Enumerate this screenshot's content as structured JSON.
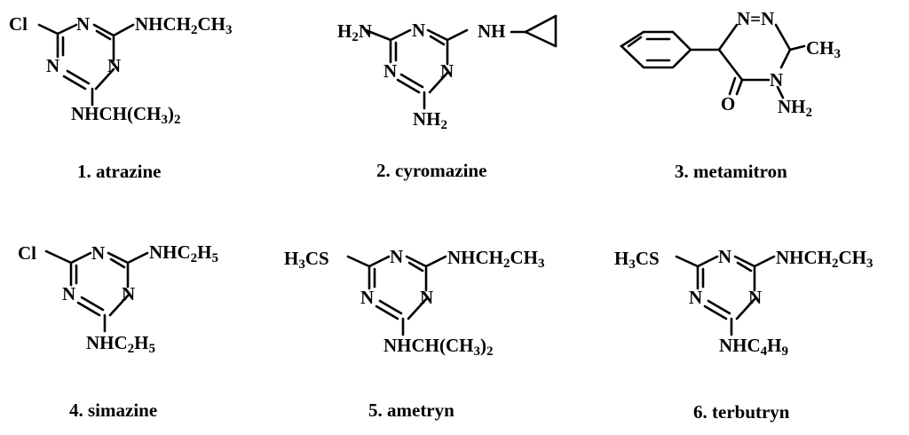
{
  "compounds": [
    {
      "caption": "1. atrazine",
      "atoms": {
        "cl": "Cl",
        "n_top": "N",
        "n_left": "N",
        "n_right": "N",
        "r1": [
          "NHCH",
          "2",
          "CH",
          "3"
        ],
        "r2": [
          "NHCH(CH",
          "3",
          ")",
          "2"
        ]
      }
    },
    {
      "caption": "2. cyromazine",
      "atoms": {
        "h2n": [
          "H",
          "2",
          "N"
        ],
        "n_top": "N",
        "n_left": "N",
        "n_right": "N",
        "nh": "NH",
        "nh2": [
          "NH",
          "2"
        ]
      }
    },
    {
      "caption": "3. metamitron",
      "atoms": {
        "nn": "N=N",
        "ch3": [
          "CH",
          "3"
        ],
        "n": "N",
        "o": "O",
        "nh2": [
          "NH",
          "2"
        ]
      }
    },
    {
      "caption": "4. simazine",
      "atoms": {
        "cl": "Cl",
        "n_top": "N",
        "n_left": "N",
        "n_right": "N",
        "r1": [
          "NHC",
          "2",
          "H",
          "5"
        ],
        "r2": [
          "NHC",
          "2",
          "H",
          "5"
        ]
      }
    },
    {
      "caption": "5. ametryn",
      "atoms": {
        "sme": [
          "H",
          "3",
          "CS"
        ],
        "n_top": "N",
        "n_left": "N",
        "n_right": "N",
        "r1": [
          "NHCH",
          "2",
          "CH",
          "3"
        ],
        "r2": [
          "NHCH(CH",
          "3",
          ")",
          "2"
        ]
      }
    },
    {
      "caption": "6. terbutryn",
      "atoms": {
        "sme": [
          "H",
          "3",
          "CS"
        ],
        "n_top": "N",
        "n_left": "N",
        "n_right": "N",
        "r1": [
          "NHCH",
          "2",
          "CH",
          "3"
        ],
        "r2": [
          "NHC",
          "4",
          "H",
          "9"
        ]
      }
    }
  ]
}
